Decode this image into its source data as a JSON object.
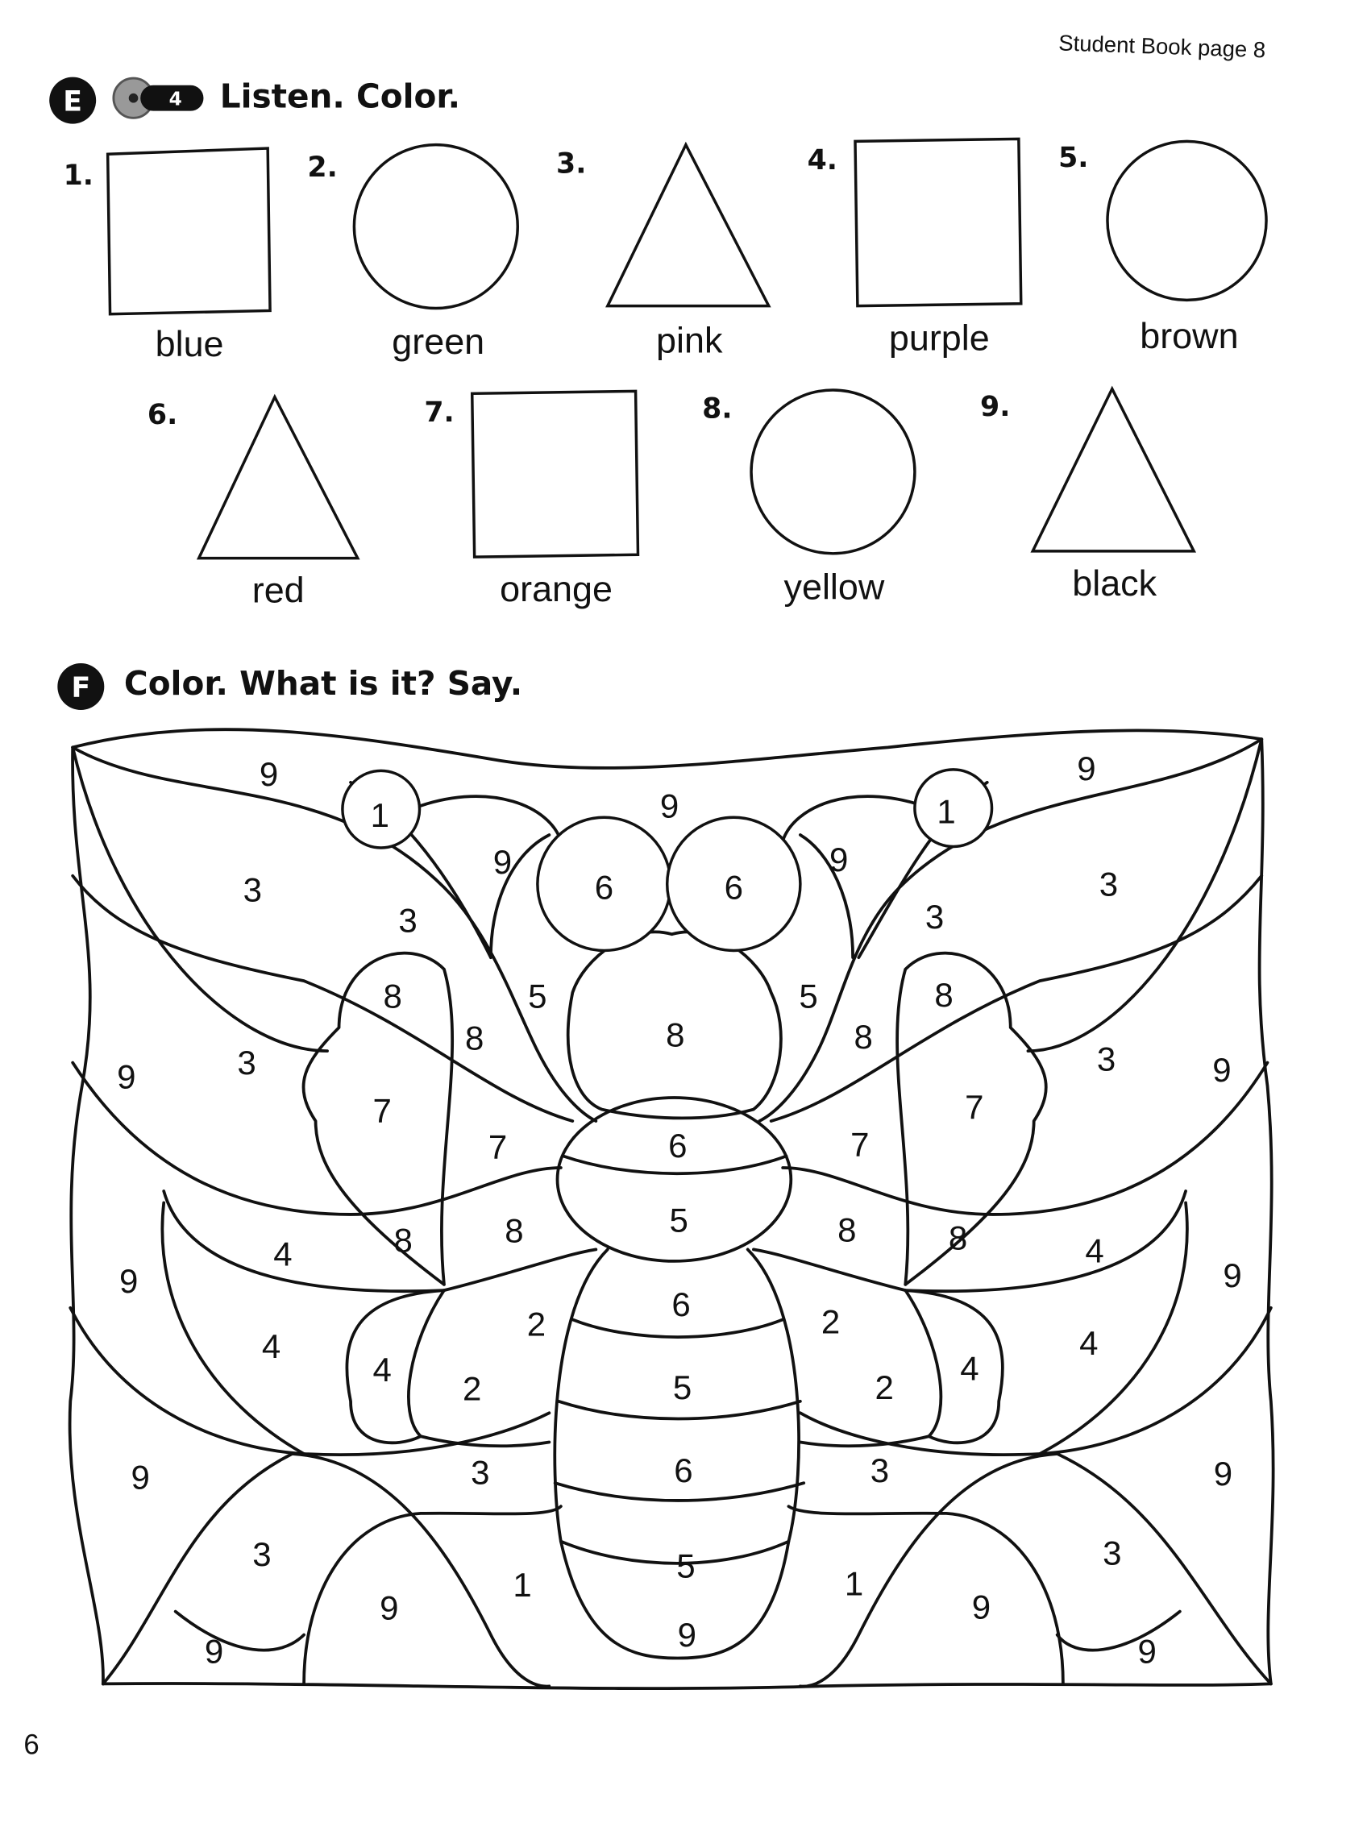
{
  "header": {
    "reference": "Student Book page 8"
  },
  "section_e": {
    "letter": "E",
    "track": "4",
    "instruction": "Listen. Color.",
    "items": [
      {
        "number": "1.",
        "shape": "square",
        "word": "blue"
      },
      {
        "number": "2.",
        "shape": "circle",
        "word": "green"
      },
      {
        "number": "3.",
        "shape": "triangle",
        "word": "pink"
      },
      {
        "number": "4.",
        "shape": "square",
        "word": "purple"
      },
      {
        "number": "5.",
        "shape": "circle",
        "word": "brown"
      },
      {
        "number": "6.",
        "shape": "triangle",
        "word": "red"
      },
      {
        "number": "7.",
        "shape": "square",
        "word": "orange"
      },
      {
        "number": "8.",
        "shape": "circle",
        "word": "yellow"
      },
      {
        "number": "9.",
        "shape": "triangle",
        "word": "black"
      }
    ]
  },
  "section_f": {
    "letter": "F",
    "instruction": "Color. What is it? Say.",
    "region_numbers": [
      "9",
      "1",
      "9",
      "9",
      "6",
      "6",
      "9",
      "1",
      "9",
      "3",
      "3",
      "3",
      "3",
      "8",
      "5",
      "8",
      "8",
      "5",
      "8",
      "8",
      "9",
      "3",
      "3",
      "9",
      "7",
      "7",
      "6",
      "7",
      "7",
      "4",
      "8",
      "8",
      "5",
      "8",
      "8",
      "4",
      "9",
      "9",
      "4",
      "4",
      "2",
      "2",
      "6",
      "2",
      "2",
      "4",
      "4",
      "5",
      "9",
      "3",
      "6",
      "3",
      "9",
      "3",
      "9",
      "1",
      "5",
      "1",
      "9",
      "3",
      "9",
      "9",
      "9"
    ]
  },
  "footer": {
    "page_number": "6"
  }
}
